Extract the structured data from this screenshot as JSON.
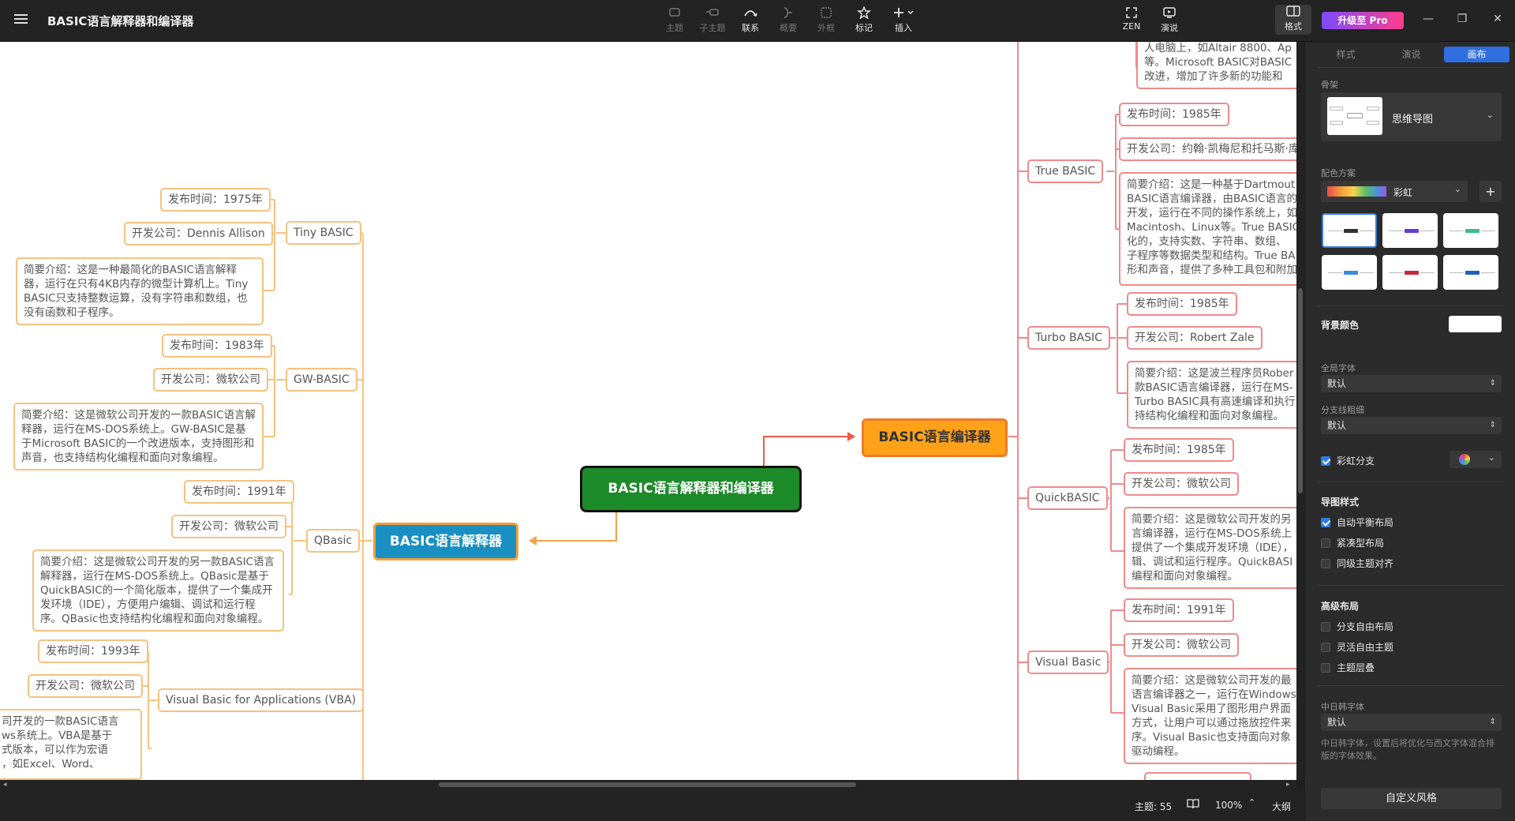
{
  "app": {
    "title": "BASIC语言解释器和编译器"
  },
  "toolbar": {
    "topic": "主题",
    "subtopic": "子主题",
    "link": "联系",
    "summary": "概要",
    "boundary": "外框",
    "mark": "标记",
    "insert": "插入",
    "zen": "ZEN",
    "present": "演说",
    "format": "格式",
    "pro": "升级至 Pro"
  },
  "mindmap": {
    "central": "BASIC语言解释器和编译器",
    "left_main": "BASIC语言解释器",
    "right_main": "BASIC语言编译器",
    "left": [
      {
        "name": "Tiny BASIC",
        "date": "发布时间：1975年",
        "company": "开发公司：Dennis Allison",
        "desc": "简要介绍：这是一种最简化的BASIC语言解释器，运行在只有4KB内存的微型计算机上。Tiny BASIC只支持整数运算，没有字符串和数组，也没有函数和子程序。"
      },
      {
        "name": "GW-BASIC",
        "date": "发布时间：1983年",
        "company": "开发公司：微软公司",
        "desc": "简要介绍：这是微软公司开发的一款BASIC语言解释器，运行在MS-DOS系统上。GW-BASIC是基于Microsoft BASIC的一个改进版本，支持图形和声音，也支持结构化编程和面向对象编程。"
      },
      {
        "name": "QBasic",
        "date": "发布时间：1991年",
        "company": "开发公司：微软公司",
        "desc": "简要介绍：这是微软公司开发的另一款BASIC语言解释器，运行在MS-DOS系统上。QBasic是基于QuickBASIC的一个简化版本，提供了一个集成开发环境（IDE），方便用户编辑、调试和运行程序。QBasic也支持结构化编程和面向对象编程。"
      },
      {
        "name": "Visual Basic for Applications (VBA)",
        "date": "发布时间：1993年",
        "company": "开发公司：微软公司",
        "desc": "司开发的一款BASIC语言\nws系统上。VBA是基于\n式版本，可以作为宏语\n，如Excel、Word、"
      }
    ],
    "right_top_desc": "人电脑上，如Altair 8800、Ap\n等。Microsoft BASIC对BASIC\n改进，增加了许多新的功能和",
    "right": [
      {
        "name": "True BASIC",
        "date": "发布时间：1985年",
        "company": "开发公司：约翰·凯梅尼和托马斯·库",
        "desc": "简要介绍：这是一种基于Dartmout\nBASIC语言编译器，由BASIC语言的\n开发，运行在不同的操作系统上，如\nMacintosh、Linux等。True BASIC\n化的，支持实数、字符串、数组、\n子程序等数据类型和结构。True BA\n形和声音，提供了多种工具包和附加"
      },
      {
        "name": "Turbo BASIC",
        "date": "发布时间：1985年",
        "company": "开发公司：Robert Zale",
        "desc": "简要介绍：这是波兰程序员Rober\n款BASIC语言编译器，运行在MS-\nTurbo BASIC具有高速编译和执行\n持结构化编程和面向对象编程。"
      },
      {
        "name": "QuickBASIC",
        "date": "发布时间：1985年",
        "company": "开发公司：微软公司",
        "desc": "简要介绍：这是微软公司开发的另\n言编译器，运行在MS-DOS系统上\n提供了一个集成开发环境（IDE），\n辑、调试和运行程序。QuickBASI\n编程和面向对象编程。"
      },
      {
        "name": "Visual Basic",
        "date": "发布时间：1991年",
        "company": "开发公司：微软公司",
        "desc": "简要介绍：这是微软公司开发的最\n语言编译器之一，运行在Windows\nVisual Basic采用了图形用户界面\n方式，让用户可以通过拖放控件来\n序。Visual Basic也支持面向对象\n驱动编程。"
      }
    ]
  },
  "statusbar": {
    "topics": "主题: 55",
    "zoom": "100%",
    "outline": "大纲"
  },
  "panel": {
    "tabs": [
      "样式",
      "演说",
      "画布"
    ],
    "active_tab": "画布",
    "skeleton_label": "骨架",
    "skeleton_value": "思维导图",
    "color_scheme_label": "配色方案",
    "color_scheme_value": "彩虹",
    "bg_color_label": "背景颜色",
    "bg_color": "#ffffff",
    "global_font_label": "全局字体",
    "global_font_value": "默认",
    "branch_width_label": "分支线粗细",
    "branch_width_value": "默认",
    "rainbow_branch": "彩虹分支",
    "map_style_label": "导图样式",
    "auto_balance": "自动平衡布局",
    "compact": "紧凑型布局",
    "align_same": "同级主题对齐",
    "advanced_label": "高级布局",
    "free_branch": "分支自由布局",
    "free_topic": "灵活自由主题",
    "topic_layers": "主题层叠",
    "cjk_font_label": "中日韩字体",
    "cjk_font_value": "默认",
    "cjk_note": "中日韩字体，设置后将优化与西文字体混合排版的字体效果。",
    "custom_style": "自定义风格"
  },
  "colors": {
    "left_branch": "#f6c27f",
    "right_branch": "#ef8a8a",
    "central": "#1d8a2a",
    "left_main": "#1a8fc2",
    "right_main": "#ffa21a",
    "accent": "#2f7de0"
  }
}
